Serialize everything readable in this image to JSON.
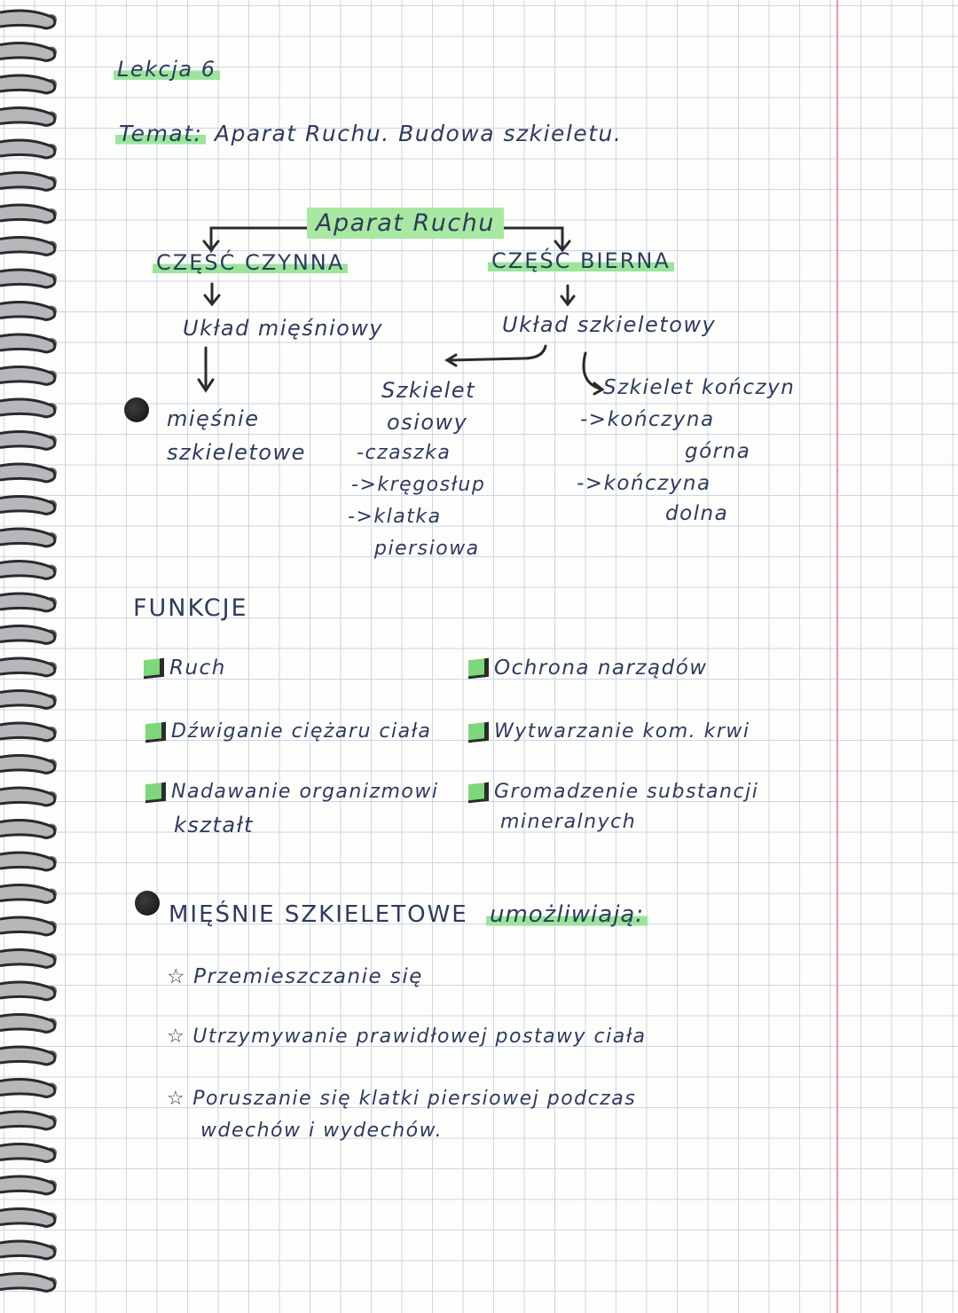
{
  "header": {
    "lesson": "Lekcja 6"
  },
  "topic": {
    "label": "Temat:",
    "text": "Aparat Ruchu. Budowa szkieletu."
  },
  "diagram": {
    "root": "Aparat Ruchu",
    "active": {
      "title": "CZĘŚĆ CZYNNA",
      "system": "Układ mięśniowy",
      "muscles": [
        "mięśnie",
        "szkieletowe"
      ]
    },
    "passive": {
      "title": "CZĘŚĆ BIERNA",
      "system": "Układ szkieletowy",
      "axial": {
        "title": [
          "Szkielet",
          "osiowy"
        ],
        "items": [
          "-czaszka",
          "->kręgosłup",
          "->klatka",
          "piersiowa"
        ]
      },
      "limbs": {
        "title": "Szkielet kończyn",
        "items": [
          "->kończyna",
          "górna",
          "->kończyna",
          "dolna"
        ]
      }
    }
  },
  "functions": {
    "title": "FUNKCJE",
    "left": [
      "Ruch",
      "Dźwiganie ciężaru ciała",
      "Nadawanie organizmowi",
      "kształt"
    ],
    "right": [
      "Ochrona narządów",
      "Wytwarzanie kom. krwi",
      "Gromadzenie substancji",
      "mineralnych"
    ]
  },
  "muscles_section": {
    "title": "MIĘŚNIE SZKIELETOWE",
    "enable": "umożliwiają:",
    "items": [
      "Przemieszczanie się",
      "Utrzymywanie prawidłowej postawy ciała",
      "Poruszanie się klatki piersiowej podczas",
      "wdechów i wydechów."
    ]
  },
  "colors": {
    "ink": "#2e3b5e",
    "highlight": "#9be59b",
    "margin": "#e79aa7",
    "grid": "#c9d7e6"
  }
}
